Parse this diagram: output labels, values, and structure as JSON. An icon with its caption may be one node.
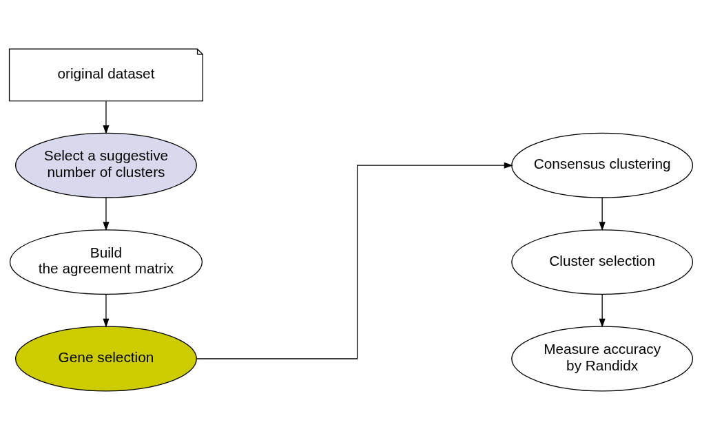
{
  "diagram": {
    "nodes": [
      {
        "text": [
          "original dataset"
        ]
      },
      {
        "text": [
          "Select a suggestive number of clusters"
        ]
      },
      {
        "text": [
          "Build the agreement matrix"
        ]
      },
      {
        "text": [
          "Gene selection"
        ]
      },
      {
        "text": [
          "Consensus clustering"
        ]
      },
      {
        "text": [
          "Cluster selection"
        ]
      },
      {
        "text": [
          "Measure accuracy by Randidx"
        ]
      }
    ],
    "edges": [
      {
        "from": 0,
        "to": 1,
        "arrow": "to"
      },
      {
        "from": 1,
        "to": 2,
        "arrow": "to"
      },
      {
        "from": 2,
        "to": 3,
        "arrow": "to"
      },
      {
        "from": 3,
        "to": 4,
        "arrow": "to"
      },
      {
        "from": 4,
        "to": 5,
        "arrow": "to"
      },
      {
        "from": 5,
        "to": 6,
        "arrow": "to"
      }
    ]
  }
}
